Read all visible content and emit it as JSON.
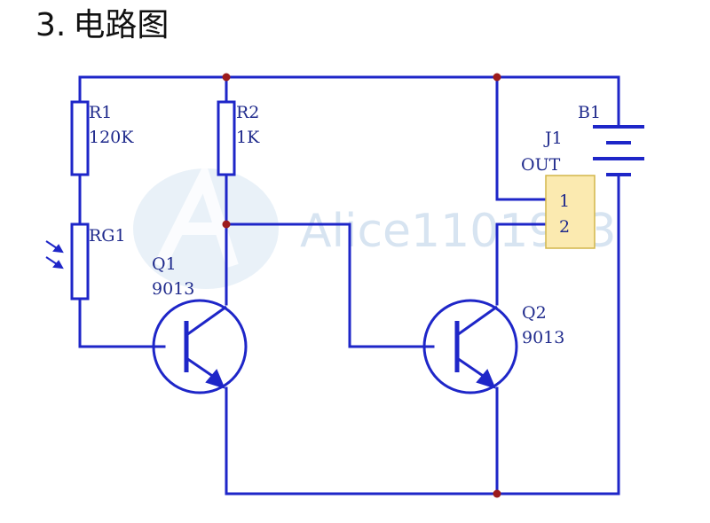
{
  "heading": {
    "number": "3.",
    "title": "电路图"
  },
  "watermark": "Alice1101983",
  "colors": {
    "wire": "#1e26c8",
    "node": "#9c1c1c",
    "label": "#1f2a8c",
    "connector_fill": "#fbeab0",
    "watermark": "#b8cfe6"
  },
  "components": {
    "r1": {
      "ref": "R1",
      "value": "120K"
    },
    "r2": {
      "ref": "R2",
      "value": "1K"
    },
    "rg1": {
      "ref": "RG1"
    },
    "q1": {
      "ref": "Q1",
      "part": "9013"
    },
    "q2": {
      "ref": "Q2",
      "part": "9013"
    },
    "j1": {
      "ref": "J1",
      "name": "OUT",
      "pin1": "1",
      "pin2": "2"
    },
    "b1": {
      "ref": "B1"
    }
  }
}
